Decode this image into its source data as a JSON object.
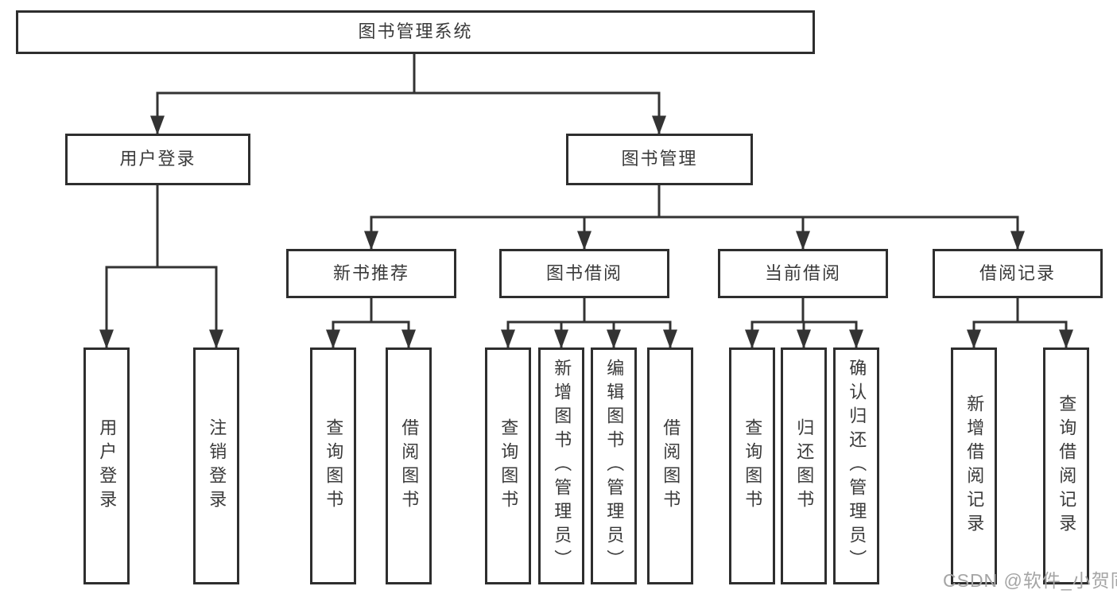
{
  "diagram_title": "图书管理系统",
  "watermark": "CSDN @软件_小贺同学",
  "colors": {
    "line": "#333333",
    "box_border": "#2e2e2e",
    "box_fill": "#ffffff",
    "text": "#3a3a3a",
    "watermark": "#a5a5a5"
  },
  "nodes": {
    "root": {
      "label": "图书管理系统"
    },
    "user_login": {
      "label": "用户登录"
    },
    "book_mgmt": {
      "label": "图书管理"
    },
    "new_book_rec": {
      "label": "新书推荐"
    },
    "book_borrow": {
      "label": "图书借阅"
    },
    "current_borrow": {
      "label": "当前借阅"
    },
    "borrow_records": {
      "label": "借阅记录"
    },
    "ul_user_login": {
      "label": "用户登录"
    },
    "ul_logout": {
      "label": "注销登录"
    },
    "nbr_query_book": {
      "label": "查询图书"
    },
    "nbr_borrow_book": {
      "label": "借阅图书"
    },
    "bb_query_book": {
      "label": "查询图书"
    },
    "bb_add_book": {
      "label": "新增图书（管理员）"
    },
    "bb_edit_book": {
      "label": "编辑图书（管理员）"
    },
    "bb_borrow_book": {
      "label": "借阅图书"
    },
    "cb_query_book": {
      "label": "查询图书"
    },
    "cb_return_book": {
      "label": "归还图书"
    },
    "cb_confirm_return": {
      "label": "确认归还（管理员）"
    },
    "br_add_record": {
      "label": "新增借阅记录"
    },
    "br_query_record": {
      "label": "查询借阅记录"
    }
  }
}
